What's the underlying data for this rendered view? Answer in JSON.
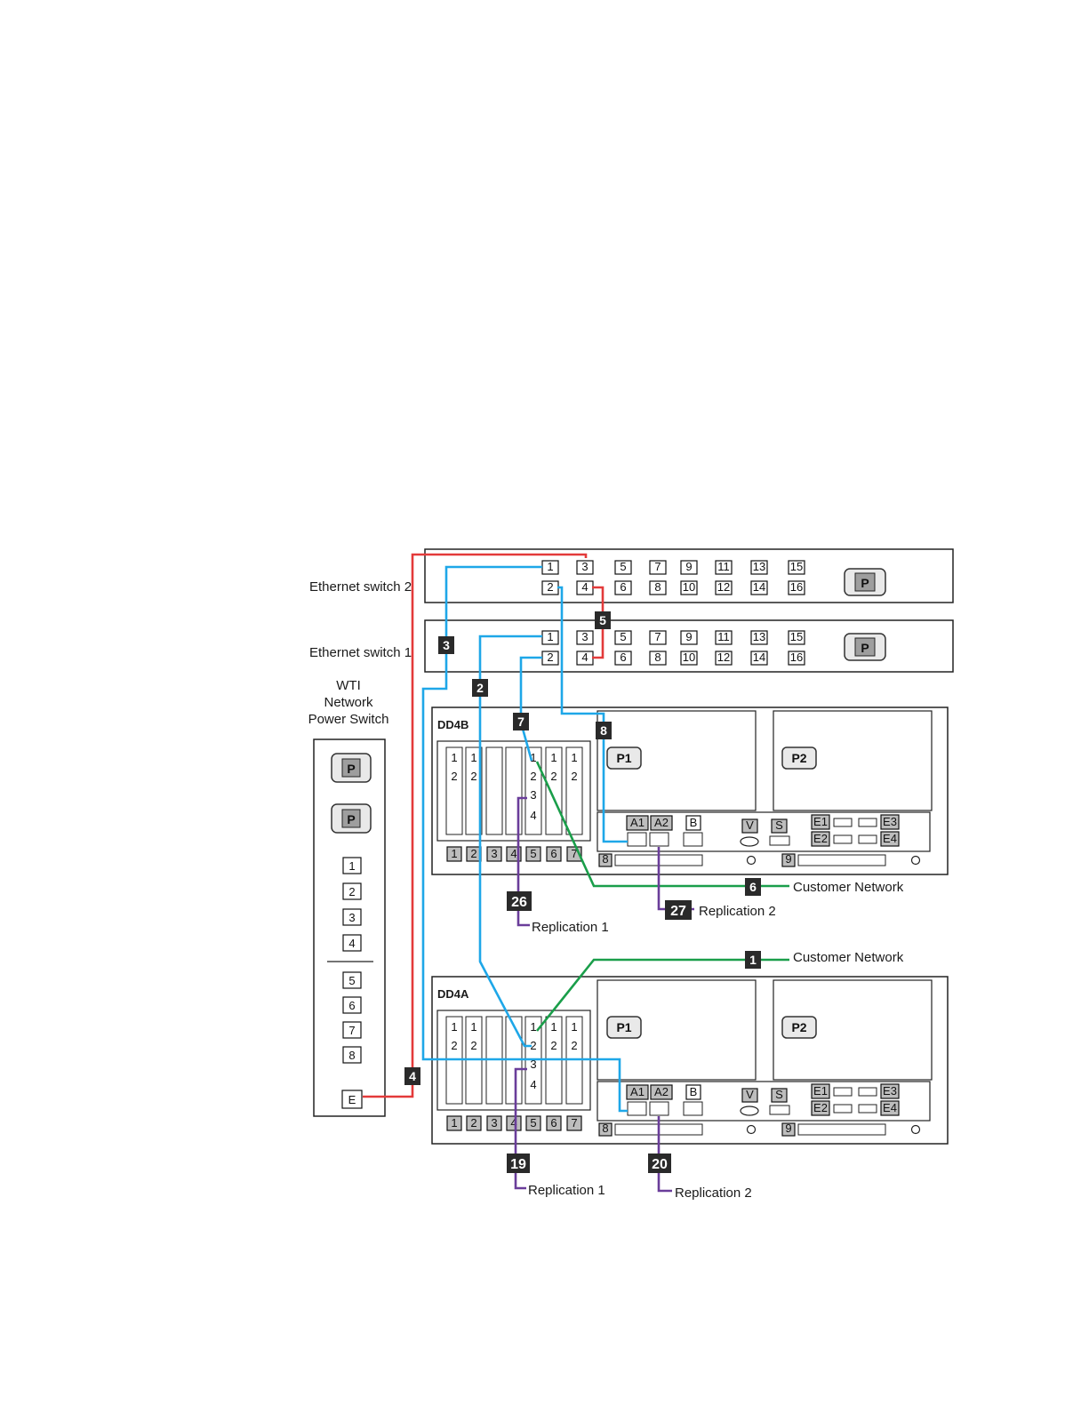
{
  "labels": {
    "switch2": "Ethernet switch 2",
    "switch1": "Ethernet switch 1",
    "wti_line1": "WTI",
    "wti_line2": "Network",
    "wti_line3": "Power Switch",
    "dd4b": "DD4B",
    "dd4a": "DD4A"
  },
  "switch_ports": [
    "1",
    "2",
    "3",
    "4",
    "5",
    "6",
    "7",
    "8",
    "9",
    "10",
    "11",
    "12",
    "13",
    "14",
    "15",
    "16"
  ],
  "wti": {
    "p_label": "P",
    "outlets": [
      "1",
      "2",
      "3",
      "4",
      "5",
      "6",
      "7",
      "8"
    ],
    "e_label": "E"
  },
  "server": {
    "p1": "P1",
    "p2": "P2",
    "card_port1": "1",
    "card_port2": "2",
    "card_port3": "3",
    "card_port4": "4",
    "a1": "A1",
    "a2": "A2",
    "b": "B",
    "v": "V",
    "s": "S",
    "e1": "E1",
    "e2": "E2",
    "e3": "E3",
    "e4": "E4",
    "slots": [
      "1",
      "2",
      "3",
      "4",
      "5",
      "6",
      "7"
    ],
    "slot8": "8",
    "slot9": "9"
  },
  "cables": [
    {
      "tag": "1",
      "label": "Customer Network"
    },
    {
      "tag": "2",
      "label": ""
    },
    {
      "tag": "3",
      "label": ""
    },
    {
      "tag": "4",
      "label": ""
    },
    {
      "tag": "5",
      "label": ""
    },
    {
      "tag": "6",
      "label": "Customer Network"
    },
    {
      "tag": "7",
      "label": ""
    },
    {
      "tag": "8",
      "label": ""
    },
    {
      "tag": "19",
      "label": "Replication 1"
    },
    {
      "tag": "20",
      "label": "Replication 2"
    },
    {
      "tag": "26",
      "label": "Replication 1"
    },
    {
      "tag": "27",
      "label": "Replication 2"
    }
  ],
  "colors": {
    "ethernet_cable": "#1ea7e8",
    "power_control_cable": "#e33a3a",
    "customer_network_cable": "#1a9e4a",
    "replication_cable": "#6a3d9a"
  }
}
